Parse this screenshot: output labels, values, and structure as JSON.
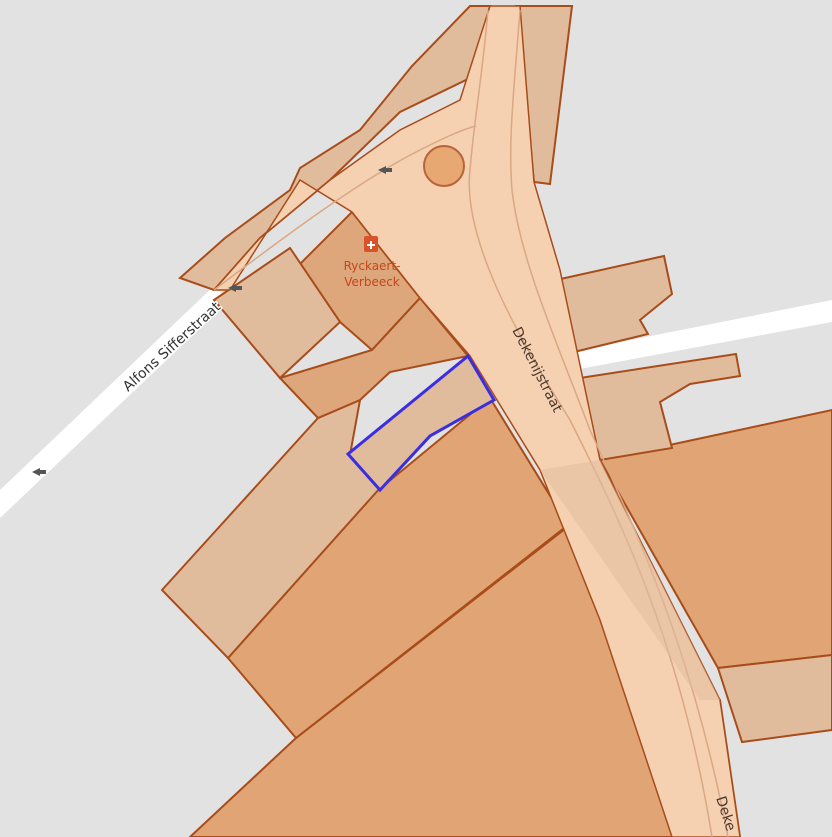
{
  "map": {
    "streets": {
      "alfons": "Alfons Sifferstraat",
      "dekenij": "Dekenijstraat",
      "dekenij_truncated": "Deke"
    },
    "poi": {
      "name_line1": "Ryckaert-",
      "name_line2": "Verbeeck",
      "icon": "pharmacy-icon"
    },
    "colors": {
      "background": "#e2e2e2",
      "road_area": "#f5d0b1",
      "road_edge": "#d9a884",
      "parcel_light": "#e0bc9d",
      "parcel_mid": "#dda67b",
      "parcel_dark": "#e0a475",
      "parcel_stroke": "#a84c1a",
      "highlight": "#3a2ee0",
      "footway": "#ffffff",
      "poi": "#d8522a"
    }
  }
}
